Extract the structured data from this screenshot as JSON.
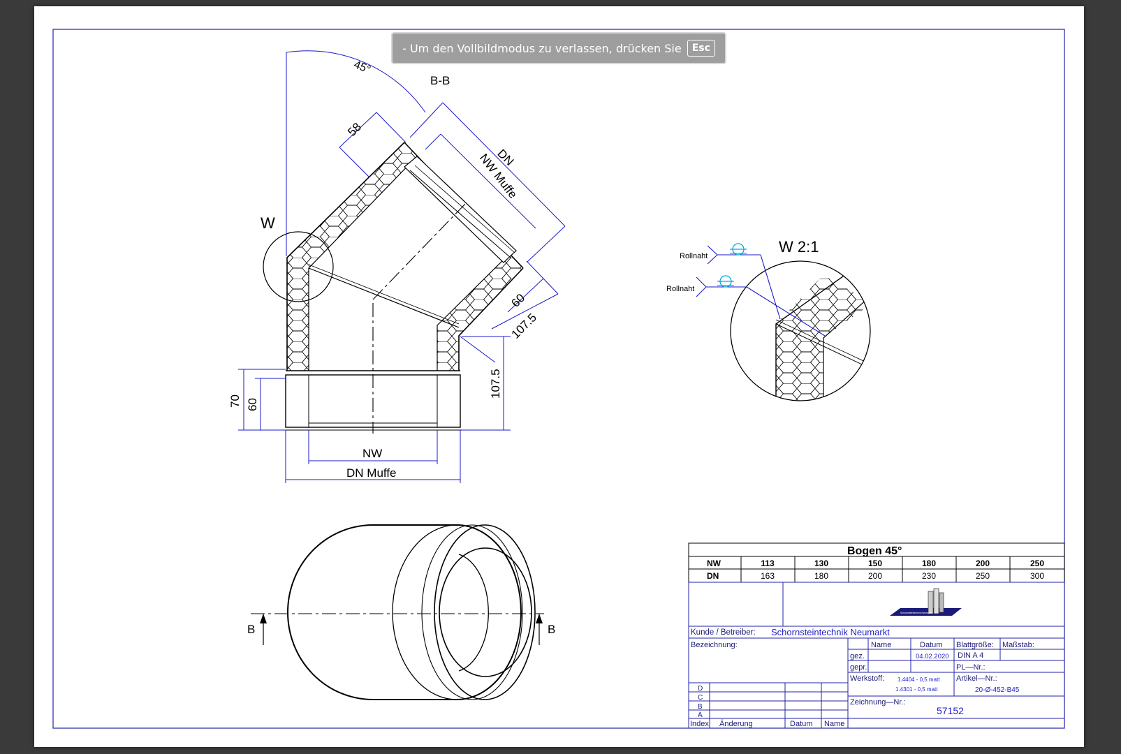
{
  "banner": {
    "message": "-  Um den Vollbildmodus zu verlassen, drücken Sie",
    "key": "Esc"
  },
  "drawing": {
    "section_label": "B-B",
    "angle": "45°",
    "detail_marker": "W",
    "detail_title": "W 2:1",
    "weld_label_1": "Rollnaht",
    "weld_label_2": "Rollnaht",
    "dim_58": "58",
    "dim_dn": "DN",
    "dim_nw_muffe": "NW Muffe",
    "dim_60_diag": "60",
    "dim_1075_diag": "107.5",
    "dim_1075_vert": "107.5",
    "dim_70": "70",
    "dim_60": "60",
    "dim_nw": "NW",
    "dim_dn_muffe": "DN Muffe",
    "cut_left": "B",
    "cut_right": "B"
  },
  "table": {
    "title": "Bogen 45°",
    "row_nw_label": "NW",
    "row_dn_label": "DN",
    "nw": [
      "113",
      "130",
      "150",
      "180",
      "200",
      "250"
    ],
    "dn": [
      "163",
      "180",
      "200",
      "230",
      "250",
      "300"
    ]
  },
  "titleblock": {
    "logo_text": "Schornsteintechnik Neumarkt",
    "kunde_label": "Kunde  /  Betreiber:",
    "kunde_value": "Schornsteintechnik Neumarkt",
    "bezeichnung_label": "Bezeichnung:",
    "name_header": "Name",
    "datum_header": "Datum",
    "gez_label": "gez.",
    "gez_date": "04.02.2020",
    "gepr_label": "gepr.",
    "blattgroesse_label": "Blattgröße:",
    "blattgroesse_value": "DIN  A  4",
    "massstab_label": "Maßstab:",
    "pl_label": "PL—Nr.:",
    "werkstoff_label": "Werkstoff:",
    "werkstoff_1": "1.4404 - 0,5 matt",
    "werkstoff_2": "1.4301 - 0,5  matt",
    "artikel_label": "Artikel—Nr.:",
    "artikel_value": "20-Ø-452-B45",
    "zeichnung_label": "Zeichnung—Nr.:",
    "zeichnung_value": "57152",
    "rev_d": "D",
    "rev_c": "C",
    "rev_b": "B",
    "rev_a": "A",
    "index_label": "Index",
    "aenderung_label": "Änderung",
    "rev_datum_label": "Datum",
    "rev_name_label": "Name"
  },
  "colors": {
    "frame": "#2222aa",
    "dimension": "#1a1acc",
    "weld": "#00aadd",
    "line": "#000000"
  }
}
